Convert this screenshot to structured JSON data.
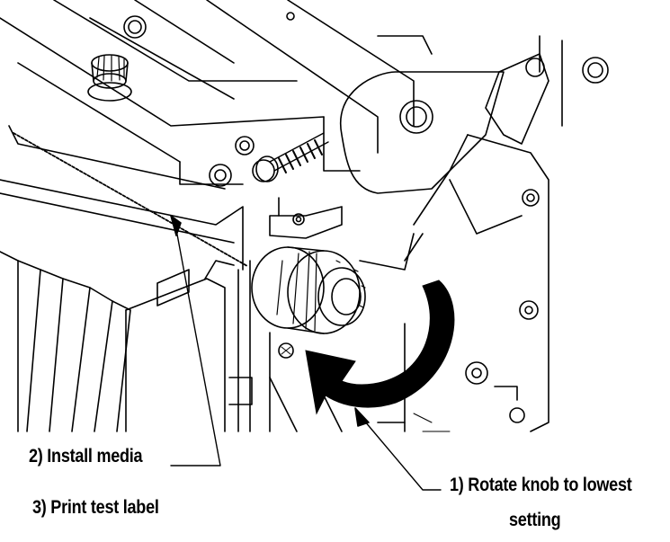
{
  "callouts": {
    "install_media": "2) Install media",
    "print_test_label": "3) Print test label",
    "rotate_knob_line1": "1) Rotate knob to lowest",
    "rotate_knob_line2": "setting"
  },
  "colors": {
    "ink": "#000000",
    "paper": "#ffffff",
    "rotation_arrow": "#000000"
  },
  "icons": {
    "rotation_arrow": "curved-rotation-arrow-icon",
    "knob": "adjustment-knob-icon",
    "spring": "tension-spring-icon"
  }
}
